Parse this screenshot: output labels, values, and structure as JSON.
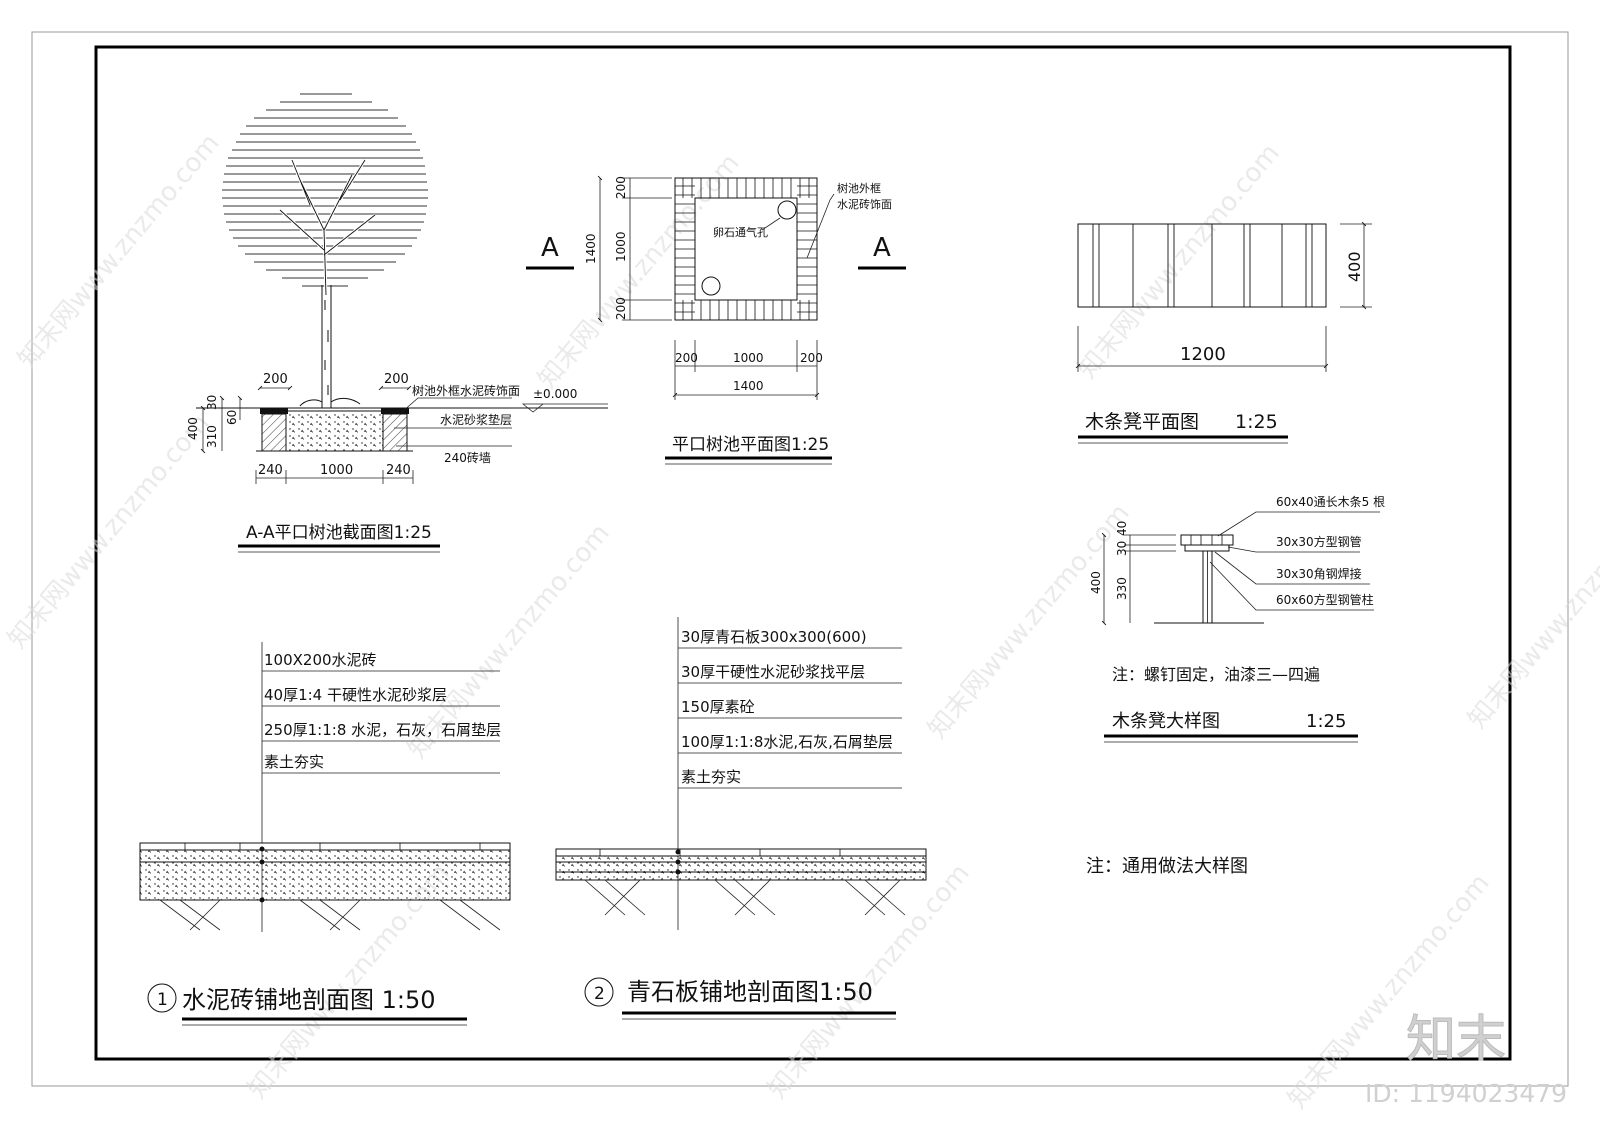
{
  "sheet": {
    "note_general": "注：通用做法大样图"
  },
  "section_aa": {
    "title": "A-A平口树池截面图1:25",
    "dims_top": [
      "200",
      "200"
    ],
    "dims_left": [
      "400",
      "310",
      "30",
      "60"
    ],
    "dims_bottom": [
      "240",
      "1000",
      "240"
    ],
    "elevation": "±0.000",
    "labels": [
      "树池外框水泥砖饰面",
      "水泥砂浆垫层",
      "240砖墙"
    ]
  },
  "tree_plan": {
    "title": "平口树池平面图1:25",
    "section_mark": "A",
    "dims_left": [
      "200",
      "1000",
      "200"
    ],
    "dim_left_total": "1400",
    "dims_bottom": [
      "200",
      "1000",
      "200"
    ],
    "dim_bottom_total": "1400",
    "label_vent": "卵石通气孔",
    "label_frame_1": "树池外框",
    "label_frame_2": "水泥砖饰面"
  },
  "bench_plan": {
    "title": "木条凳平面图",
    "scale": "1:25",
    "dim_height": "400",
    "dim_width": "1200"
  },
  "bench_detail": {
    "title": "木条凳大样图",
    "scale": "1:25",
    "dims_left": [
      "40",
      "30",
      "330"
    ],
    "dim_left_total": "400",
    "labels": [
      "60x40通长木条5 根",
      "30x30方型钢管",
      "30x30角钢焊接",
      "60x60方型钢管柱"
    ],
    "note": "注：螺钉固定，油漆三—四遍"
  },
  "paving_1": {
    "number": "1",
    "title": "水泥砖铺地剖面图 1:50",
    "layers": [
      "100X200水泥砖",
      "40厚1:4    干硬性水泥砂浆层",
      "250厚1:1:8    水泥，石灰，石屑垫层",
      "素土夯实"
    ]
  },
  "paving_2": {
    "number": "2",
    "title": "青石板铺地剖面图1:50",
    "layers": [
      "30厚青石板300x300(600)",
      "30厚干硬性水泥砂浆找平层",
      "150厚素砼",
      "100厚1:1:8水泥,石灰,石屑垫层",
      "素土夯实"
    ]
  },
  "branding": {
    "logo": "知末",
    "id_label": "ID: 1194023479",
    "watermark": "知末网www.znzmo.com"
  }
}
